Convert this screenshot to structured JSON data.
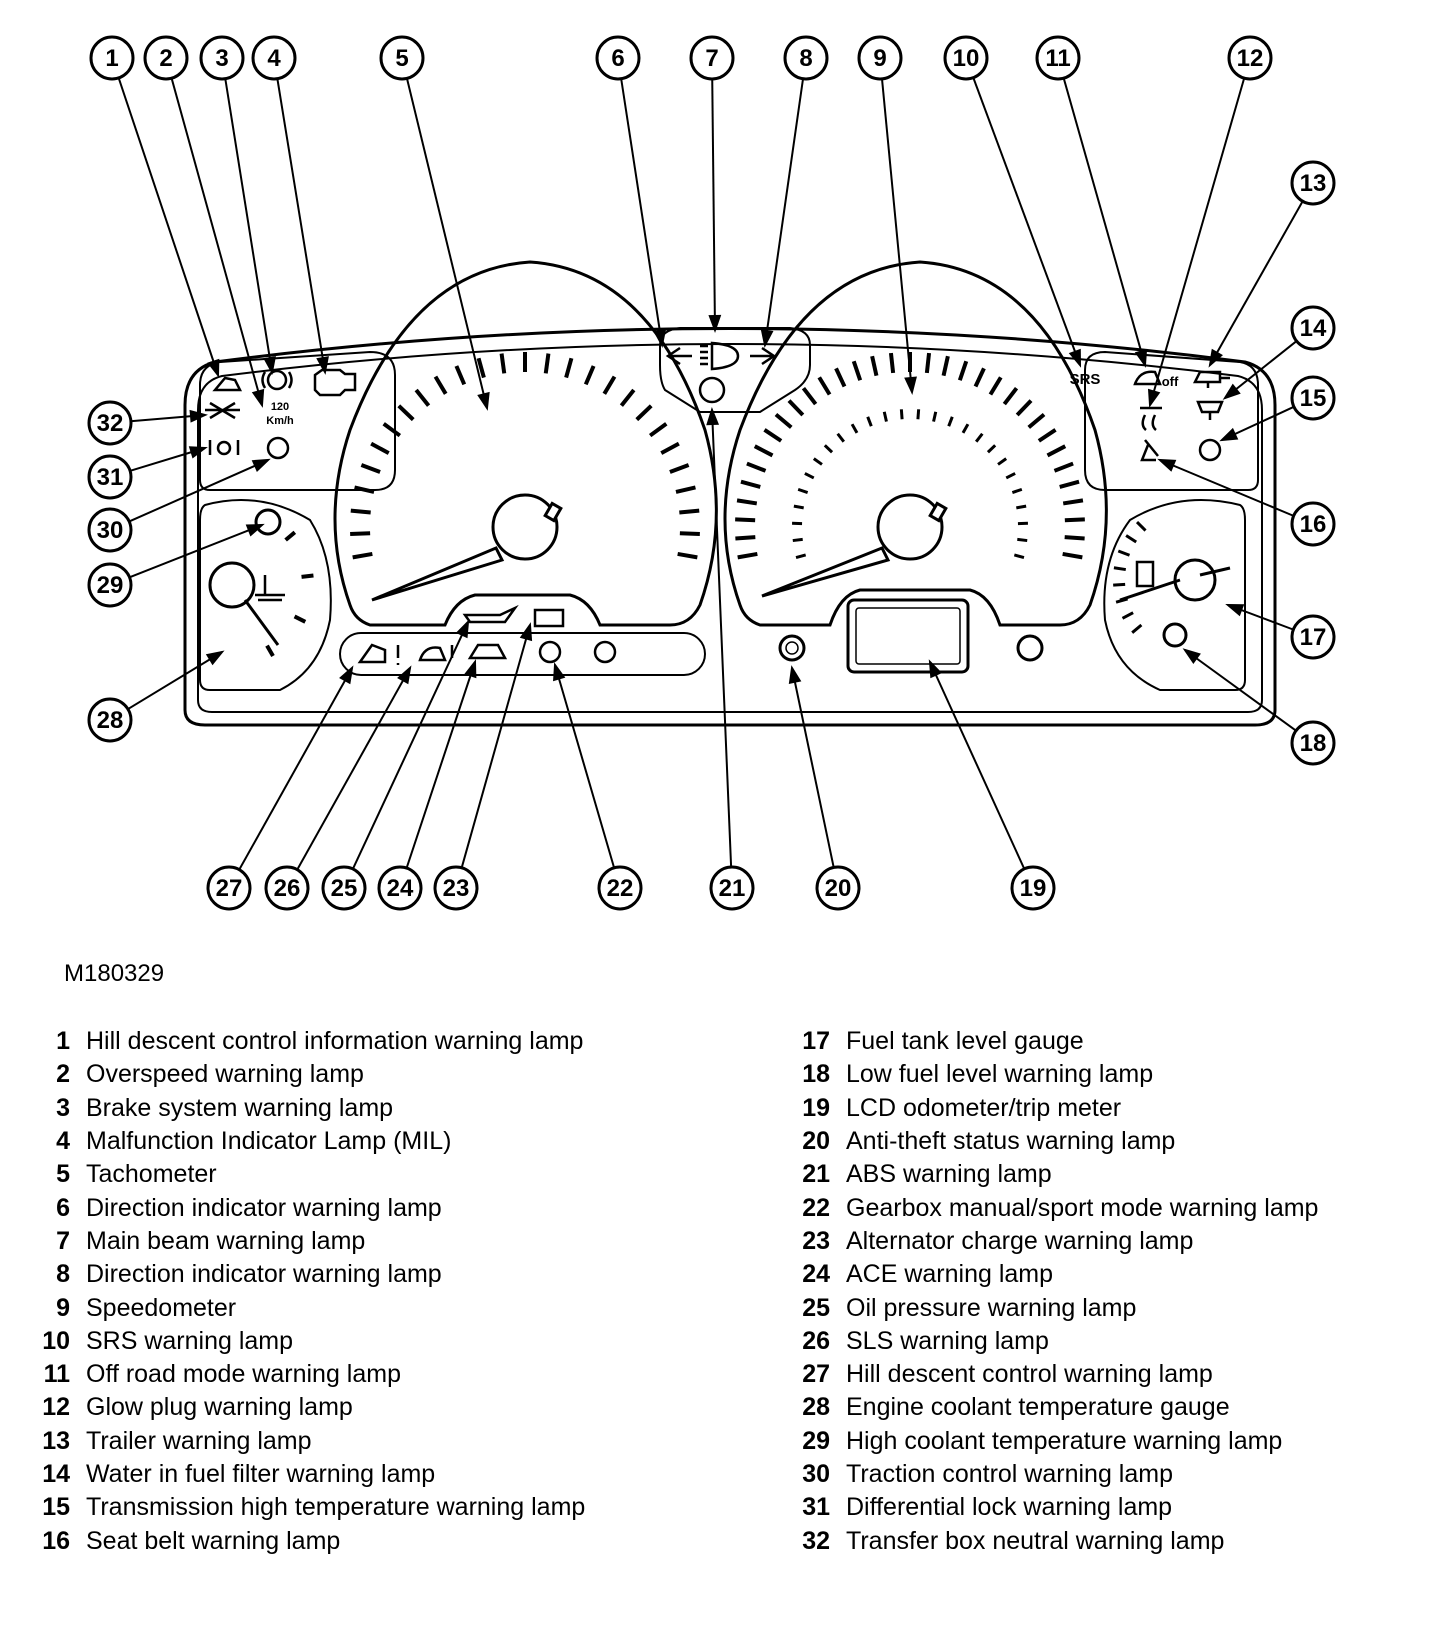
{
  "figure_code": "M180329",
  "callouts": [
    "1",
    "2",
    "3",
    "4",
    "5",
    "6",
    "7",
    "8",
    "9",
    "10",
    "11",
    "12",
    "13",
    "14",
    "15",
    "16",
    "17",
    "18",
    "19",
    "20",
    "21",
    "22",
    "23",
    "24",
    "25",
    "26",
    "27",
    "28",
    "29",
    "30",
    "31",
    "32"
  ],
  "lamp_labels": {
    "overspeed_value": "120",
    "overspeed_unit": "Km/h",
    "srs": "SRS",
    "off": "off"
  },
  "legend_left": [
    {
      "num": "1",
      "text": "Hill descent control information warning lamp"
    },
    {
      "num": "2",
      "text": "Overspeed warning lamp"
    },
    {
      "num": "3",
      "text": "Brake system warning lamp"
    },
    {
      "num": "4",
      "text": "Malfunction Indicator Lamp (MIL)"
    },
    {
      "num": "5",
      "text": "Tachometer"
    },
    {
      "num": "6",
      "text": "Direction indicator warning lamp"
    },
    {
      "num": "7",
      "text": "Main beam warning lamp"
    },
    {
      "num": "8",
      "text": "Direction indicator warning lamp"
    },
    {
      "num": "9",
      "text": "Speedometer"
    },
    {
      "num": "10",
      "text": "SRS warning lamp"
    },
    {
      "num": "11",
      "text": "Off road mode warning lamp"
    },
    {
      "num": "12",
      "text": "Glow plug warning lamp"
    },
    {
      "num": "13",
      "text": "Trailer warning lamp"
    },
    {
      "num": "14",
      "text": "Water in fuel filter warning lamp"
    },
    {
      "num": "15",
      "text": "Transmission high temperature warning lamp"
    },
    {
      "num": "16",
      "text": "Seat belt warning lamp"
    }
  ],
  "legend_right": [
    {
      "num": "17",
      "text": "Fuel tank level gauge"
    },
    {
      "num": "18",
      "text": "Low fuel level warning lamp"
    },
    {
      "num": "19",
      "text": "LCD odometer/trip meter"
    },
    {
      "num": "20",
      "text": "Anti-theft status warning lamp"
    },
    {
      "num": "21",
      "text": "ABS warning lamp"
    },
    {
      "num": "22",
      "text": "Gearbox manual/sport mode warning lamp"
    },
    {
      "num": "23",
      "text": "Alternator charge warning lamp"
    },
    {
      "num": "24",
      "text": "ACE warning lamp"
    },
    {
      "num": "25",
      "text": "Oil pressure warning lamp"
    },
    {
      "num": "26",
      "text": "SLS warning lamp"
    },
    {
      "num": "27",
      "text": "Hill descent control warning lamp"
    },
    {
      "num": "28",
      "text": "Engine coolant temperature gauge"
    },
    {
      "num": "29",
      "text": "High coolant temperature warning lamp"
    },
    {
      "num": "30",
      "text": "Traction control warning lamp"
    },
    {
      "num": "31",
      "text": "Differential lock warning lamp"
    },
    {
      "num": "32",
      "text": "Transfer box neutral warning lamp"
    }
  ]
}
